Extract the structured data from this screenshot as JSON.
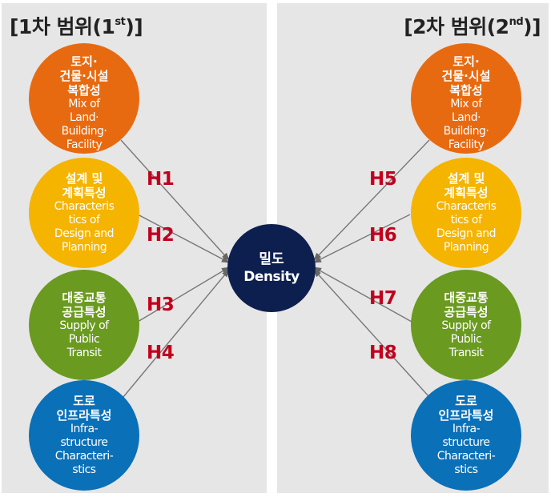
{
  "colors": {
    "orange": "#e86a10",
    "yellow": "#f4b400",
    "green": "#6a9a1f",
    "blue": "#0a70b8",
    "navy": "#0d1f4f",
    "hypothesis": "#c0001d",
    "panel": "#e6e6e6"
  },
  "panels": {
    "left": {
      "title": "[1차 범위(1",
      "sup": "st",
      "title_end": ")]"
    },
    "right": {
      "title": "[2차 범위(2",
      "sup": "nd",
      "title_end": ")]"
    }
  },
  "factors": {
    "land": {
      "ko": [
        "토지·",
        "건물·시설",
        "복합성"
      ],
      "en": [
        "Mix of",
        "Land·",
        "Building·",
        "Facility"
      ]
    },
    "design": {
      "ko": [
        "설계 및",
        "계획특성"
      ],
      "en": [
        "Characteris",
        "tics of",
        "Design and",
        "Planning"
      ]
    },
    "transit": {
      "ko": [
        "대중교통",
        "공급특성"
      ],
      "en": [
        "Supply of",
        "Public",
        "Transit"
      ]
    },
    "road": {
      "ko": [
        "도로",
        "인프라특성"
      ],
      "en": [
        "Infra-",
        "structure",
        "Characteri-",
        "stics"
      ]
    }
  },
  "center": {
    "ko": "밀도",
    "en": "Density"
  },
  "hypotheses": [
    "H1",
    "H2",
    "H3",
    "H4",
    "H5",
    "H6",
    "H7",
    "H8"
  ]
}
